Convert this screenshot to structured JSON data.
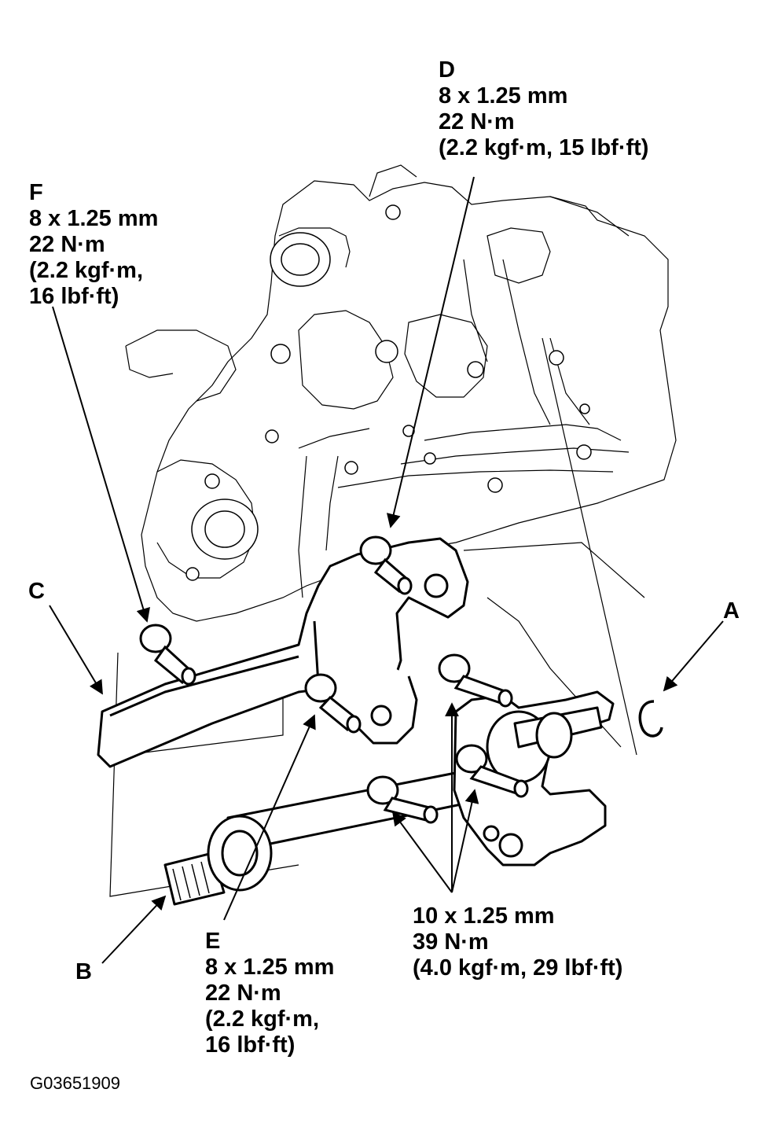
{
  "callouts": {
    "D": {
      "letter": "D",
      "size": "8 x 1.25 mm",
      "torque": "22 N·m",
      "alt_line1": "(2.2 kgf·m, 15 lbf·ft)"
    },
    "F": {
      "letter": "F",
      "size": "8 x 1.25 mm",
      "torque": "22 N·m",
      "alt_line1": "(2.2 kgf·m,",
      "alt_line2": "16 lbf·ft)"
    },
    "E": {
      "letter": "E",
      "size": "8 x 1.25 mm",
      "torque": "22 N·m",
      "alt_line1": "(2.2 kgf·m,",
      "alt_line2": "16 lbf·ft)"
    },
    "G": {
      "size": "10 x 1.25 mm",
      "torque": "39 N·m",
      "alt_line1": "(4.0 kgf·m, 29 lbf·ft)"
    }
  },
  "labels": {
    "A": "A",
    "B": "B",
    "C": "C"
  },
  "figure_code": "G03651909"
}
